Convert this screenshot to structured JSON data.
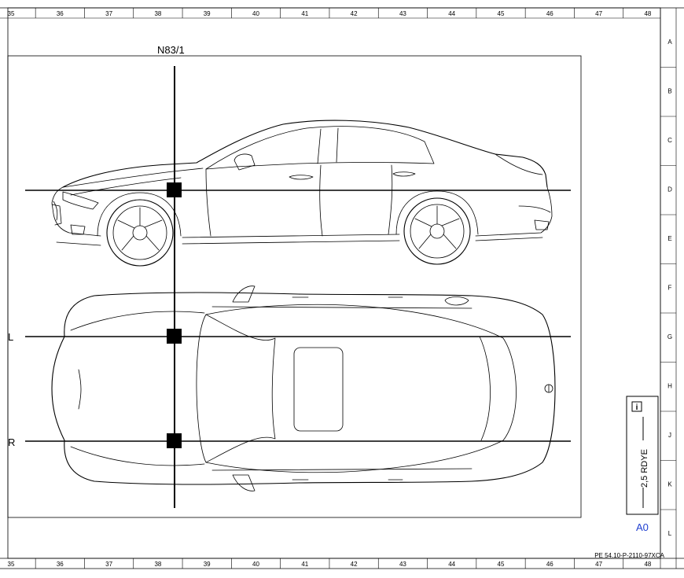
{
  "grid": {
    "columns": [
      "35",
      "36",
      "37",
      "38",
      "39",
      "40",
      "41",
      "42",
      "43",
      "44",
      "45",
      "46",
      "47",
      "48"
    ],
    "rows": [
      "A",
      "B",
      "C",
      "D",
      "E",
      "F",
      "G",
      "H",
      "J",
      "K",
      "L"
    ]
  },
  "component": {
    "label": "N83/1"
  },
  "lines": {
    "left": "L",
    "right": "R"
  },
  "wire": {
    "label": "2,5 RDYE",
    "info_icon": "info-icon",
    "connector": "A0"
  },
  "footer": {
    "code": "PE 54.10-P-2110-97XCA"
  }
}
